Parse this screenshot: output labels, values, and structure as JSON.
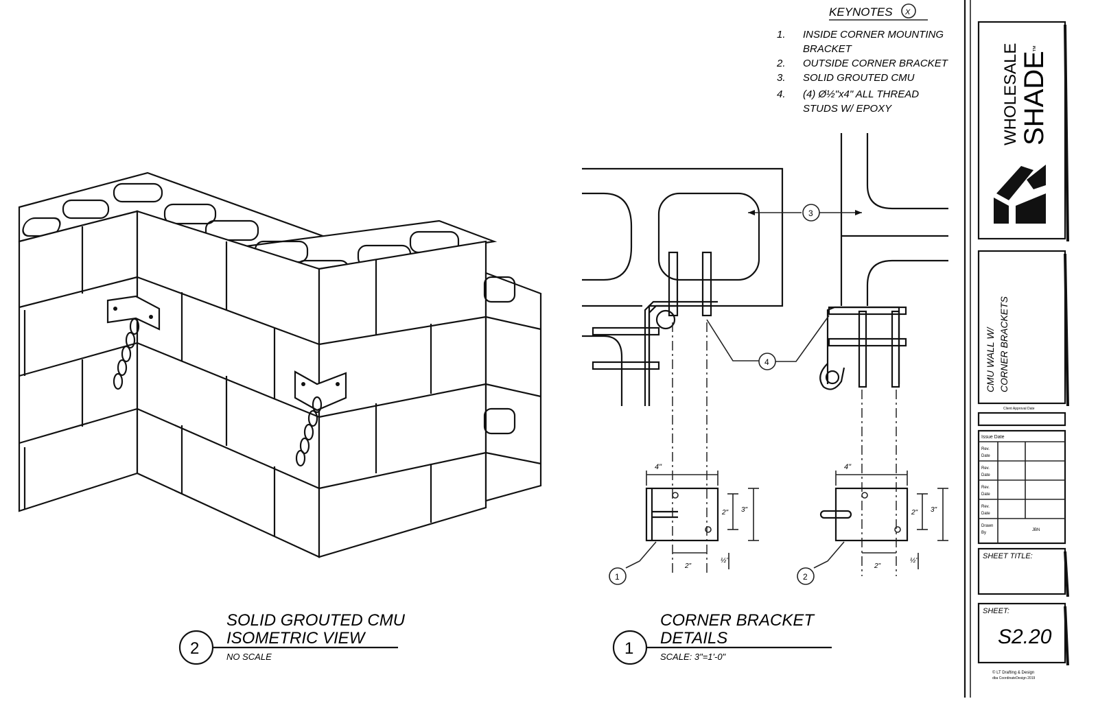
{
  "keynotes": {
    "title": "KEYNOTES",
    "symbol": "X",
    "items": [
      {
        "num": "1.",
        "line1": "INSIDE CORNER MOUNTING",
        "line2": "BRACKET"
      },
      {
        "num": "2.",
        "line1": "OUTSIDE CORNER BRACKET",
        "line2": ""
      },
      {
        "num": "3.",
        "line1": "SOLID GROUTED CMU",
        "line2": ""
      },
      {
        "num": "4.",
        "line1": "(4) Ø½\"x4\" ALL THREAD",
        "line2": "STUDS W/ EPOXY"
      }
    ]
  },
  "detail_iso": {
    "number": "2",
    "title_line1": "SOLID GROUTED CMU",
    "title_line2": "ISOMETRIC VIEW",
    "scale": "NO SCALE"
  },
  "detail_bracket": {
    "number": "1",
    "title_line1": "CORNER BRACKET",
    "title_line2": "DETAILS",
    "scale": "SCALE: 3\"=1'-0\""
  },
  "callouts": {
    "c1": "1",
    "c2": "2",
    "c3": "3",
    "c4": "4"
  },
  "dimensions": {
    "width_4": "4\"",
    "dim_2": "2\"",
    "dim_3": "3\"",
    "dim_half": "½\""
  },
  "title_block": {
    "brand_line1": "WHOLESALE",
    "brand_line2": "SHADE",
    "trademark": "™",
    "project_line1": "CMU WALL W/",
    "project_line2": "CORNER BRACKETS",
    "client_approval": "Client Approval Date",
    "issue_date": "Issue Date",
    "rev_rows": [
      {
        "label1": "Rev.",
        "label2": "Date"
      },
      {
        "label1": "Rev.",
        "label2": "Date"
      },
      {
        "label1": "Rev.",
        "label2": "Date"
      },
      {
        "label1": "Rev.",
        "label2": "Date"
      }
    ],
    "drawn_label1": "Drawn",
    "drawn_label2": "By",
    "drawn_value": "JBN",
    "sheet_title_label": "SHEET TITLE:",
    "sheet_label": "SHEET:",
    "sheet_number": "S2.20",
    "footer_line1": "© LT Drafting & Design",
    "footer_line2": "dba CoordinateDesign 2019"
  },
  "colors": {
    "line": "#111111",
    "paper": "#ffffff"
  }
}
